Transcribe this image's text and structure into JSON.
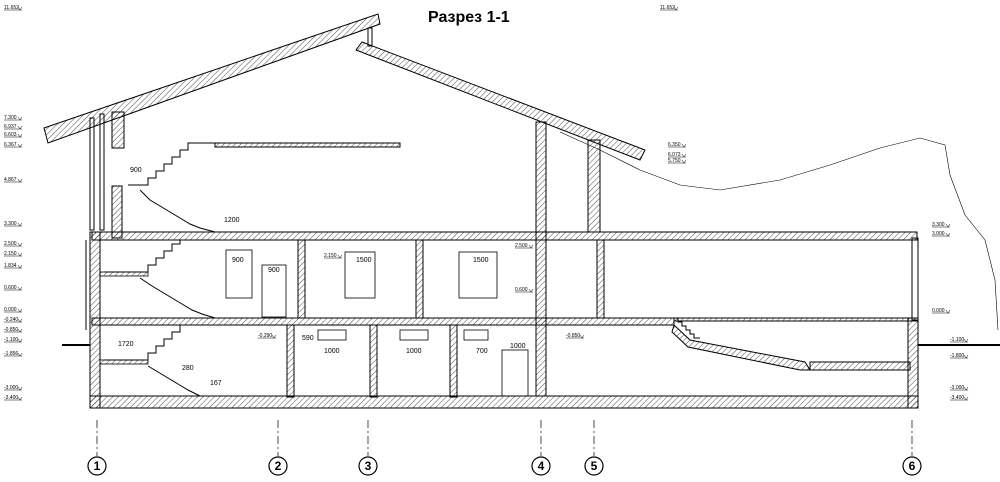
{
  "title": "Разрез 1-1",
  "level_marks_left": [
    "11.652",
    "7.300",
    "6.937",
    "6.603",
    "6.367",
    "4.867",
    "3.300",
    "2.500",
    "2.150",
    "1.834",
    "0.600",
    "0.000",
    "-0.240",
    "-0.850",
    "-1.100",
    "-1.856",
    "-3.000",
    "-3.400"
  ],
  "level_marks_right": [
    "11.652",
    "6.350",
    "6.073",
    "5.750",
    "3.300",
    "3.000",
    "0.000",
    "-1.100",
    "-1.800",
    "-3.000",
    "-3.400"
  ],
  "level_marks_inner": [
    "2.150",
    "2.500",
    "0.600",
    "-0.290",
    "-0.850"
  ],
  "dimensions": [
    "900",
    "1200",
    "900",
    "900",
    "1500",
    "1500",
    "1720",
    "590",
    "1000",
    "1000",
    "700",
    "1000",
    "280",
    "167"
  ],
  "axes": [
    "1",
    "2",
    "3",
    "4",
    "5",
    "6"
  ]
}
